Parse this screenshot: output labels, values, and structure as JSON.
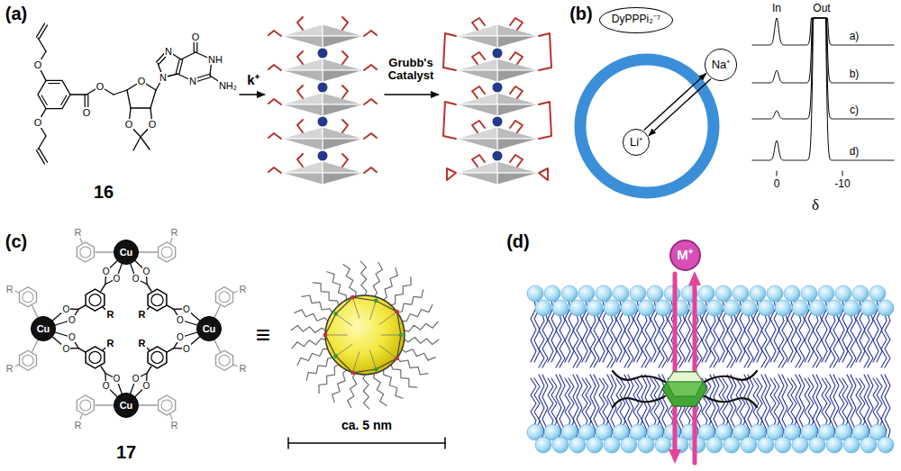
{
  "diagram": {
    "nodes": [
      {
        "text": [
          "DyPPPi₂⁻⁷"
        ]
      },
      {
        "text": [
          "Li⁺"
        ]
      },
      {
        "text": [
          "Na⁺"
        ]
      },
      {
        "text": [
          "Cu"
        ]
      },
      {
        "text": [
          "Cu"
        ]
      },
      {
        "text": [
          "Cu"
        ]
      },
      {
        "text": [
          "Cu"
        ]
      },
      {
        "text": [
          "M⁺"
        ]
      }
    ],
    "edges": [
      {
        "from": 1,
        "to": 2,
        "arrow": "to"
      },
      {
        "from": 2,
        "to": 1,
        "arrow": "to"
      }
    ],
    "labels": [
      "(a)",
      "O",
      "O",
      "O",
      "O",
      "O",
      "O",
      "O",
      "O",
      "N",
      "NH",
      "N",
      "N",
      "NH₂",
      "16",
      "k⁺",
      "Grubb's Catalyst",
      "(b)",
      "In",
      "Out",
      "a)",
      "b)",
      "c)",
      "d)",
      "0",
      "-10",
      "δ",
      "(c)",
      "O",
      "O",
      "O",
      "O",
      "O",
      "O",
      "O",
      "O",
      "O",
      "O",
      "O",
      "O",
      "O",
      "O",
      "O",
      "O",
      "R",
      "R",
      "R",
      "R",
      "R",
      "R",
      "R",
      "R",
      "R",
      "R",
      "R",
      "R",
      "17",
      "≡",
      "ca. 5 nm",
      "(d)"
    ]
  }
}
